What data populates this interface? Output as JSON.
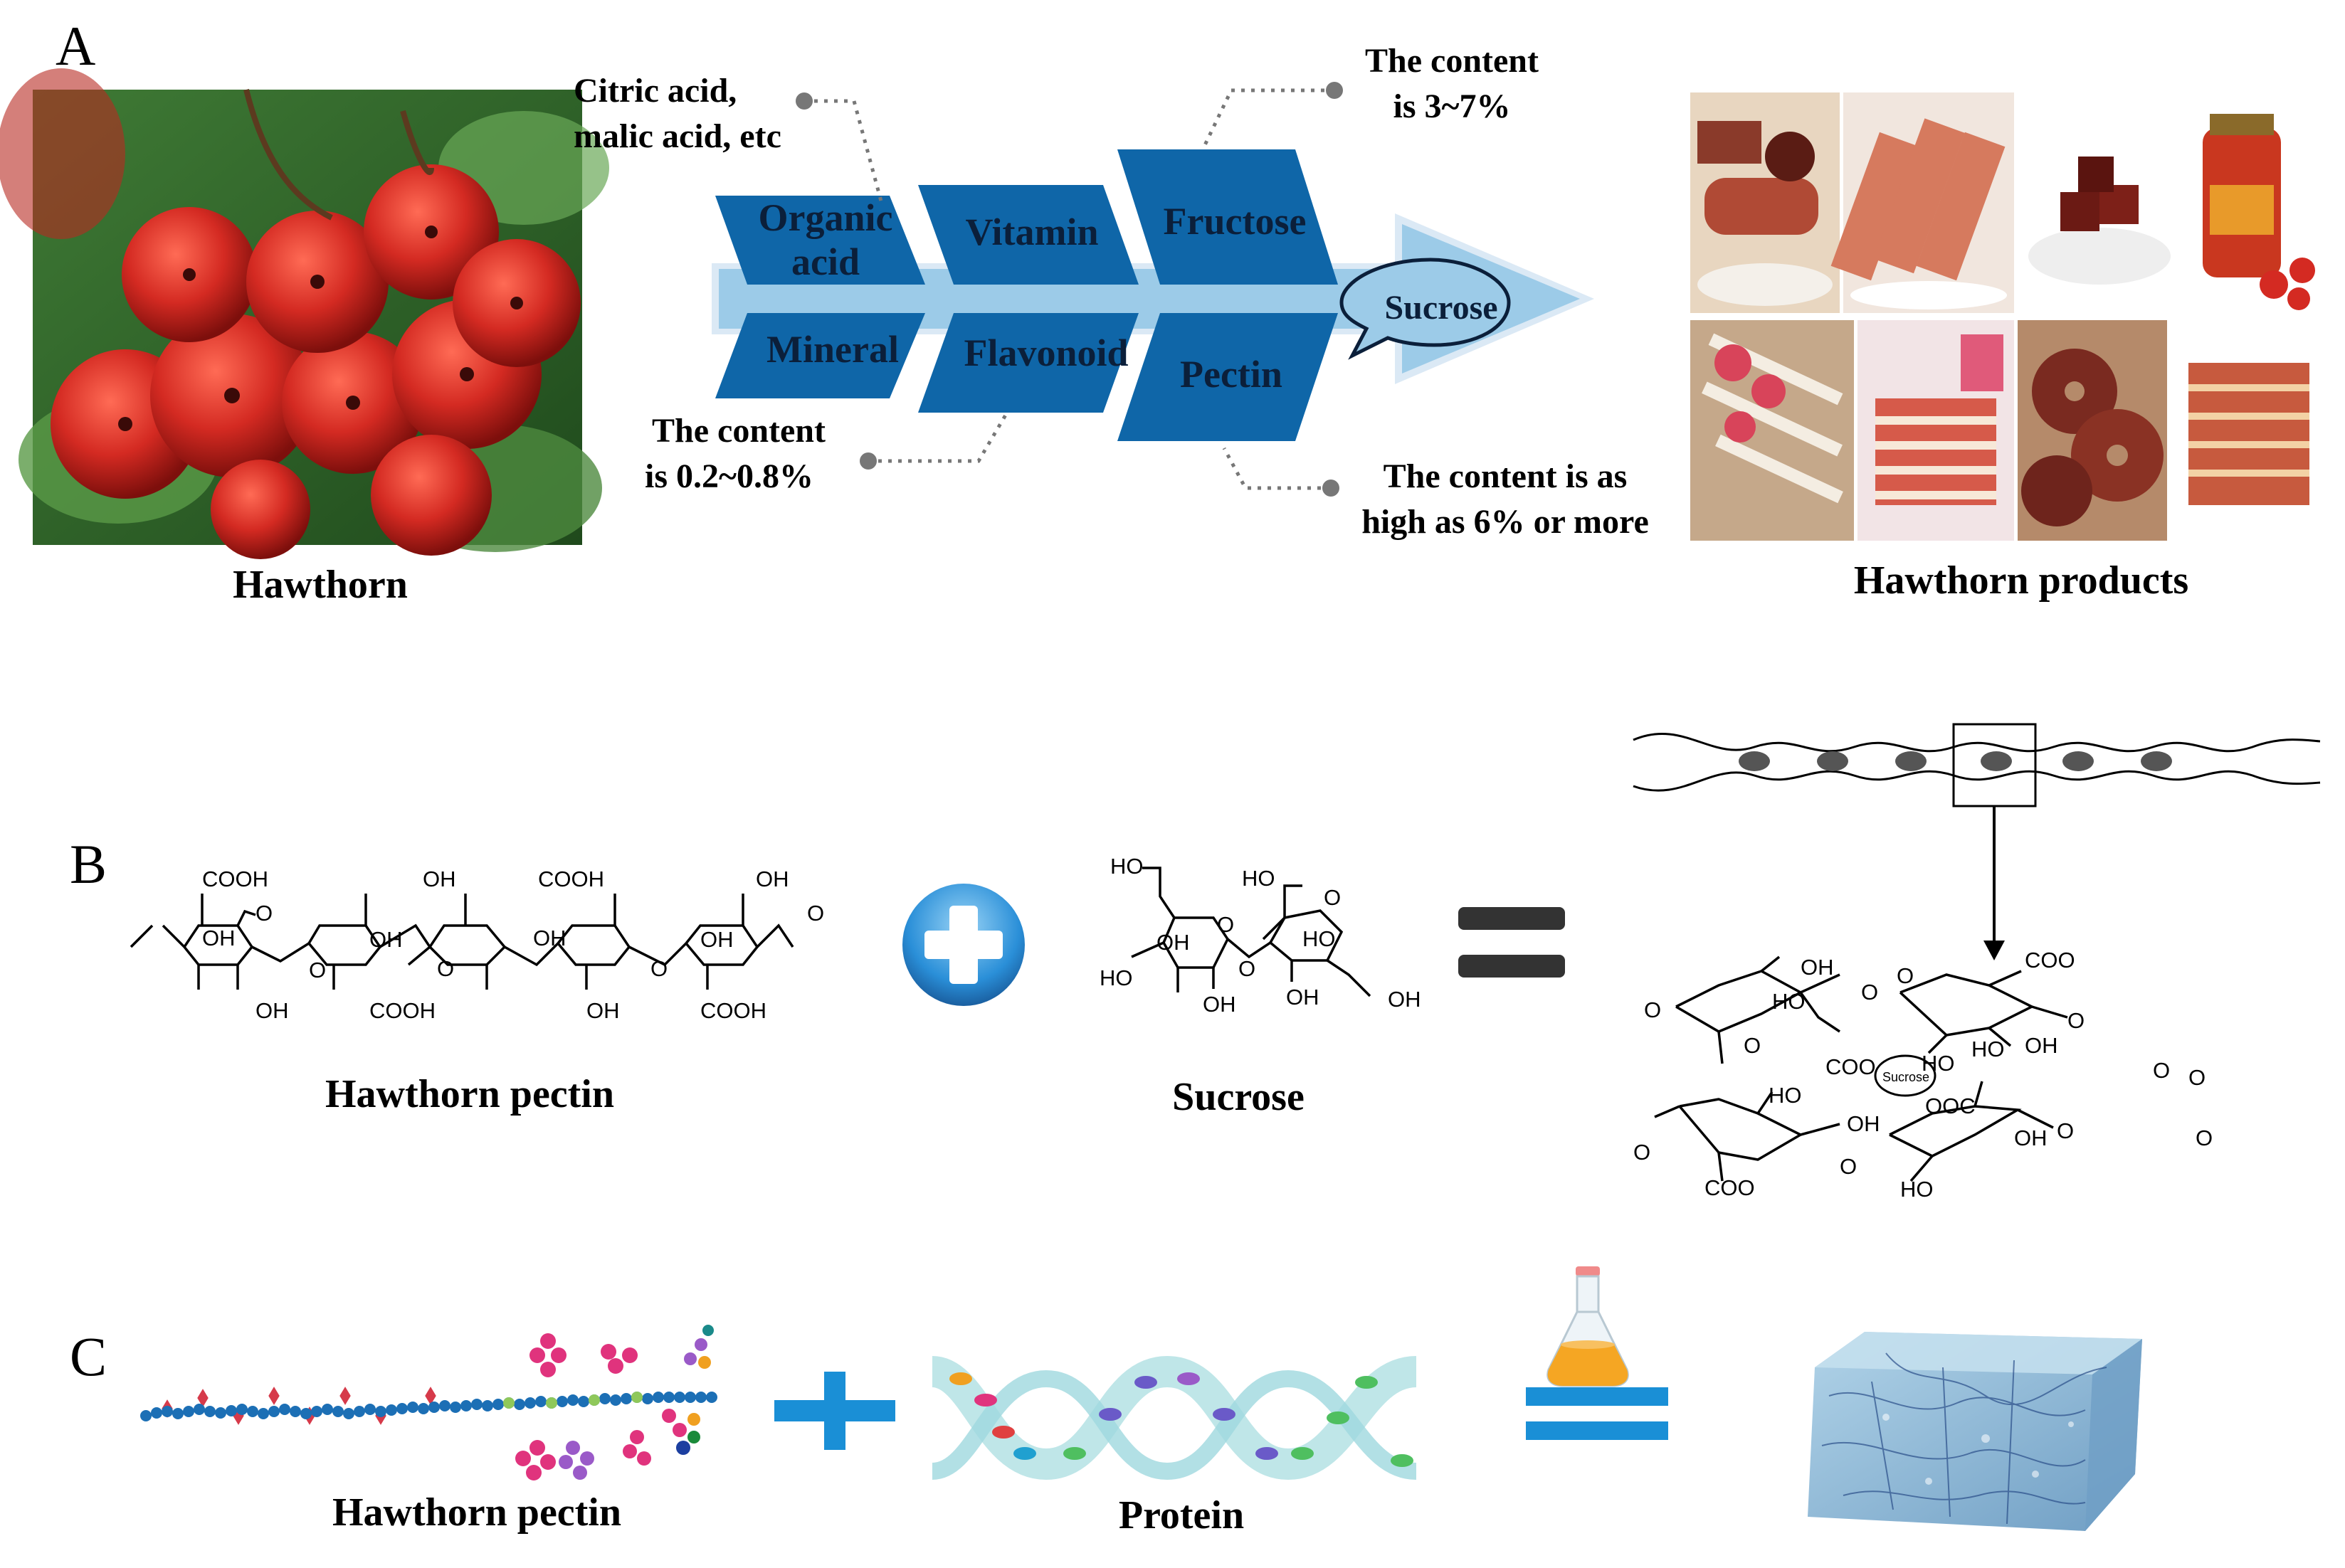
{
  "panels": {
    "a": "A",
    "b": "B",
    "c": "C"
  },
  "panel_a": {
    "fruit_caption": "Hawthorn",
    "products_caption": "Hawthorn products",
    "chevrons": {
      "organic_acid": "Organic acid",
      "vitamin": "Vitamin",
      "fructose": "Fructose",
      "mineral": "Mineral",
      "flavonoid": "Flavonoid",
      "pectin": "Pectin",
      "sucrose": "Sucrose"
    },
    "notes": {
      "organic_acid_line1": "Citric acid,",
      "organic_acid_line2": "malic acid, etc",
      "fructose_line1": "The content",
      "fructose_line2": "is 3~7%",
      "mineral_line1": "The content",
      "mineral_line2": "is 0.2~0.8%",
      "pectin_line1": "The content is as",
      "pectin_line2": "high as 6% or more"
    },
    "colors": {
      "chevron": "#0f66a8",
      "arrow_light": "#9ccbe8",
      "fruit": "#d42a22"
    }
  },
  "panel_b": {
    "pectin_caption": "Hawthorn pectin",
    "sucrose_caption": "Sucrose",
    "pectin_labels": {
      "cooh": "COOH",
      "oh": "OH",
      "o": "O"
    },
    "sucrose_labels": {
      "ho": "HO",
      "oh": "OH",
      "o": "O"
    },
    "complex_labels": {
      "coo": "COO",
      "ooc": "OOC",
      "oh": "OH",
      "ho": "HO",
      "o": "O",
      "sucrose": "Sucrose"
    }
  },
  "panel_c": {
    "pectin_caption": "Hawthorn pectin",
    "protein_caption": "Protein",
    "colors": {
      "plus": "#1a8fd6",
      "equals": "#1a8fd6",
      "chain": "#1c6fb5",
      "gel": "#7fb2d6"
    }
  }
}
